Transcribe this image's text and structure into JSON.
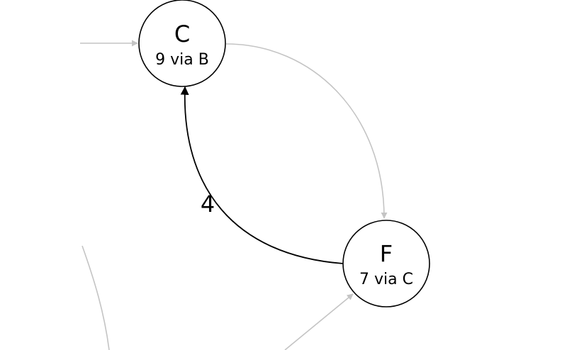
{
  "nodes": {
    "c": {
      "name": "C",
      "info": "9 via B"
    },
    "f": {
      "name": "F",
      "info": "7 via C"
    }
  },
  "edges": {
    "f_to_c": {
      "weight": "4"
    }
  },
  "colors": {
    "node_stroke": "#000000",
    "active_edge": "#000000",
    "faint_edge": "#c4c4c4",
    "background": "#ffffff"
  }
}
